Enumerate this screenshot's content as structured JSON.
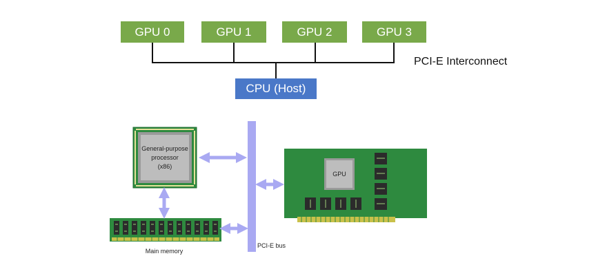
{
  "top_diagram": {
    "gpus": [
      {
        "label": "GPU 0"
      },
      {
        "label": "GPU 1"
      },
      {
        "label": "GPU 2"
      },
      {
        "label": "GPU 3"
      }
    ],
    "cpu_label": "CPU (Host)",
    "interconnect_label": "PCI-E Interconnect"
  },
  "bottom_diagram": {
    "processor_label_line1": "General-purpose",
    "processor_label_line2": "processor",
    "processor_label_line3": "(x86)",
    "memory_label": "Main memory",
    "bus_label": "PCI-E bus",
    "gpu_chip_label": "GPU"
  },
  "colors": {
    "gpu_green": "#79a94a",
    "cpu_blue": "#4a78c8",
    "board_green": "#2e8a3f",
    "bus_lavender": "#a9a9f2",
    "chip_gray": "#b8b8b8",
    "gold": "#c9c14a"
  }
}
